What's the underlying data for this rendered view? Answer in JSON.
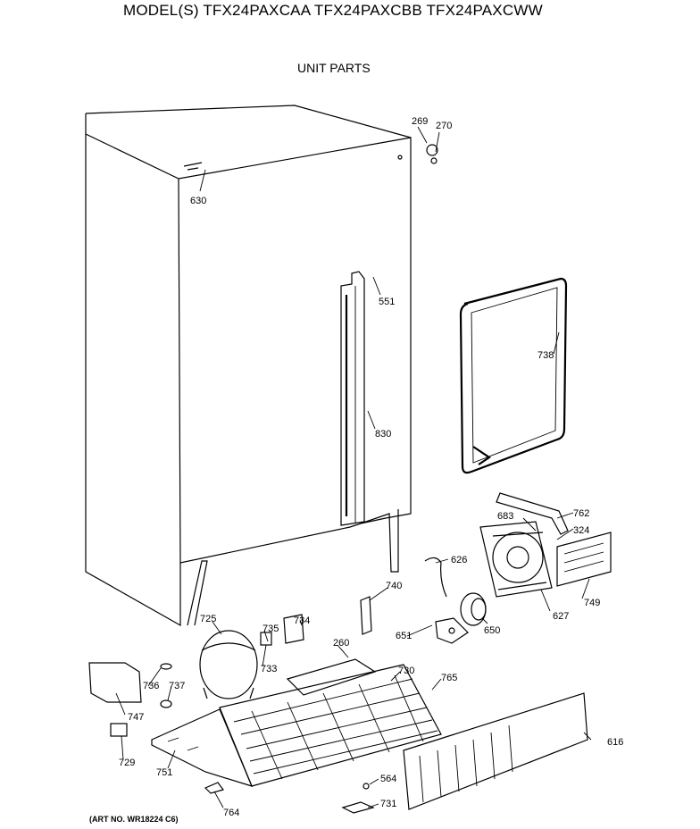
{
  "header": {
    "model_title": "MODEL(S) TFX24PAXCAA  TFX24PAXCBB  TFX24PAXCWW",
    "section_title": "UNIT PARTS"
  },
  "footer": {
    "art_no": "(ART NO. WR18224 C6)"
  },
  "callouts": [
    "269",
    "270",
    "630",
    "551",
    "738",
    "830",
    "762",
    "683",
    "324",
    "626",
    "740",
    "749",
    "627",
    "650",
    "725",
    "735",
    "734",
    "260",
    "651",
    "730",
    "765",
    "736",
    "737",
    "733",
    "747",
    "729",
    "751",
    "616",
    "564",
    "764",
    "731"
  ]
}
